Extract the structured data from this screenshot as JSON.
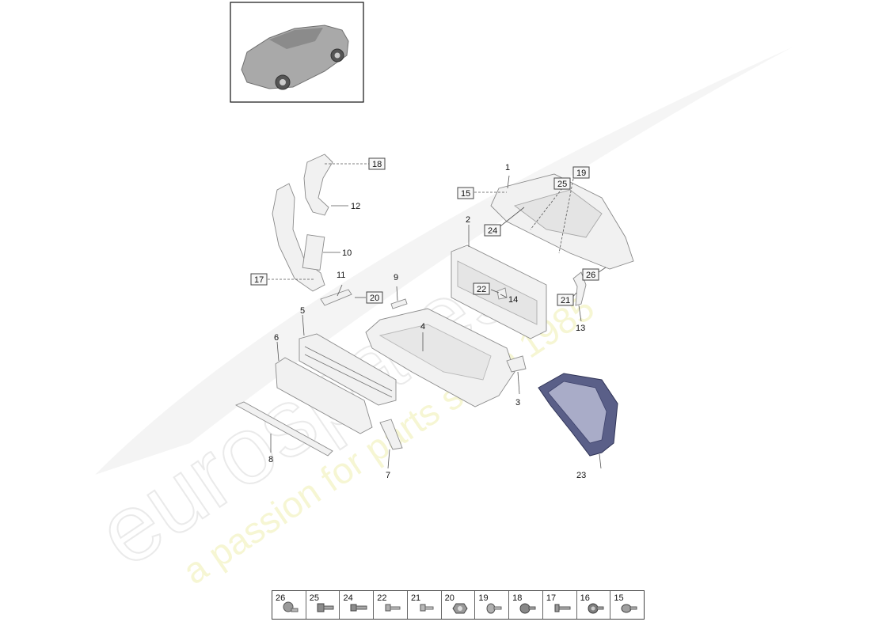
{
  "watermark": {
    "brand": "eurospares",
    "tagline": "a passion for parts since 1985"
  },
  "callouts": [
    {
      "id": "c1",
      "label": "1",
      "boxed": false
    },
    {
      "id": "c2",
      "label": "2",
      "boxed": false
    },
    {
      "id": "c3",
      "label": "3",
      "boxed": false
    },
    {
      "id": "c4",
      "label": "4",
      "boxed": false
    },
    {
      "id": "c5",
      "label": "5",
      "boxed": false
    },
    {
      "id": "c6",
      "label": "6",
      "boxed": false
    },
    {
      "id": "c7",
      "label": "7",
      "boxed": false
    },
    {
      "id": "c8",
      "label": "8",
      "boxed": false
    },
    {
      "id": "c9",
      "label": "9",
      "boxed": false
    },
    {
      "id": "c10",
      "label": "10",
      "boxed": false
    },
    {
      "id": "c11",
      "label": "11",
      "boxed": false
    },
    {
      "id": "c12",
      "label": "12",
      "boxed": false
    },
    {
      "id": "c13",
      "label": "13",
      "boxed": false
    },
    {
      "id": "c14",
      "label": "14",
      "boxed": false
    },
    {
      "id": "c15",
      "label": "15",
      "boxed": true
    },
    {
      "id": "c17",
      "label": "17",
      "boxed": true
    },
    {
      "id": "c18",
      "label": "18",
      "boxed": true
    },
    {
      "id": "c19",
      "label": "19",
      "boxed": true
    },
    {
      "id": "c20",
      "label": "20",
      "boxed": true
    },
    {
      "id": "c21",
      "label": "21",
      "boxed": true
    },
    {
      "id": "c22",
      "label": "22",
      "boxed": true
    },
    {
      "id": "c23",
      "label": "23",
      "boxed": false
    },
    {
      "id": "c24",
      "label": "24",
      "boxed": true
    },
    {
      "id": "c25",
      "label": "25",
      "boxed": true
    },
    {
      "id": "c26",
      "label": "26",
      "boxed": true
    }
  ],
  "legend": [
    "26",
    "25",
    "24",
    "22",
    "21",
    "20",
    "19",
    "18",
    "17",
    "16",
    "15"
  ],
  "icons": {
    "vehicle": "suv-thumbnail-icon",
    "fastener": "bolt-icon"
  }
}
